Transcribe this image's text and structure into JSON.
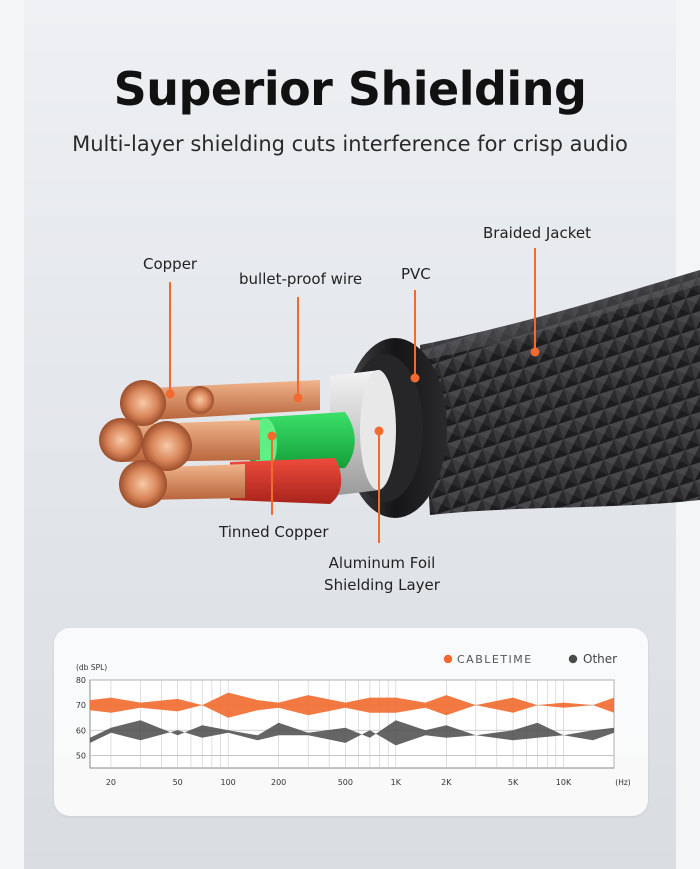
{
  "title": "Superior Shielding",
  "subtitle": "Multi-layer shielding cuts interference for crisp audio",
  "callouts": {
    "copper": "Copper",
    "bullet_proof_wire": "bullet-proof wire",
    "pvc": "PVC",
    "braided_jacket": "Braided Jacket",
    "tinned_copper": "Tinned Copper",
    "aluminum_foil_line1": "Aluminum Foil",
    "aluminum_foil_line2": "Shielding Layer"
  },
  "colors": {
    "accent": "#f26a2e",
    "other": "#4a4a4a",
    "green_wire": "#1fc24a",
    "red_wire": "#d93a2f"
  },
  "chart_data": {
    "type": "area",
    "ylabel": "(db SPL)",
    "xunit": "(Hz)",
    "yticks": [
      80,
      70,
      60,
      50
    ],
    "ylim": [
      45,
      80
    ],
    "xticks": [
      "20",
      "50",
      "100",
      "200",
      "500",
      "1K",
      "2K",
      "5K",
      "10K"
    ],
    "x_scale": "log",
    "legend_position": "top-right",
    "grid": true,
    "series": [
      {
        "name": "CABLETIME",
        "color": "#f26a2e",
        "center": 70,
        "x": [
          15,
          20,
          30,
          50,
          70,
          100,
          150,
          200,
          300,
          500,
          700,
          1000,
          1500,
          2000,
          3000,
          5000,
          7000,
          10000,
          15000,
          20000
        ],
        "upper": [
          72,
          73,
          71,
          72.5,
          70,
          75,
          72,
          71,
          74,
          71,
          73,
          73,
          71,
          74,
          70,
          73,
          70,
          71,
          70,
          73
        ],
        "lower": [
          68,
          67,
          69,
          67.5,
          70,
          65,
          68,
          69,
          66,
          69,
          67,
          67,
          69,
          66,
          70,
          67,
          70,
          69,
          70,
          67
        ]
      },
      {
        "name": "Other",
        "color": "#4a4a4a",
        "center": 60,
        "x": [
          15,
          20,
          30,
          50,
          70,
          100,
          150,
          200,
          300,
          500,
          700,
          1000,
          1500,
          2000,
          3000,
          5000,
          7000,
          10000,
          15000,
          20000
        ],
        "upper": [
          57,
          61,
          64,
          58,
          62,
          60,
          58,
          63,
          59,
          61,
          57,
          64,
          60,
          62,
          58,
          60,
          63,
          58,
          60,
          61
        ],
        "lower": [
          55,
          59,
          56,
          60,
          57,
          59,
          56,
          58,
          58,
          55,
          60,
          54,
          58,
          57,
          58,
          56,
          57,
          58,
          56,
          59
        ]
      }
    ]
  }
}
